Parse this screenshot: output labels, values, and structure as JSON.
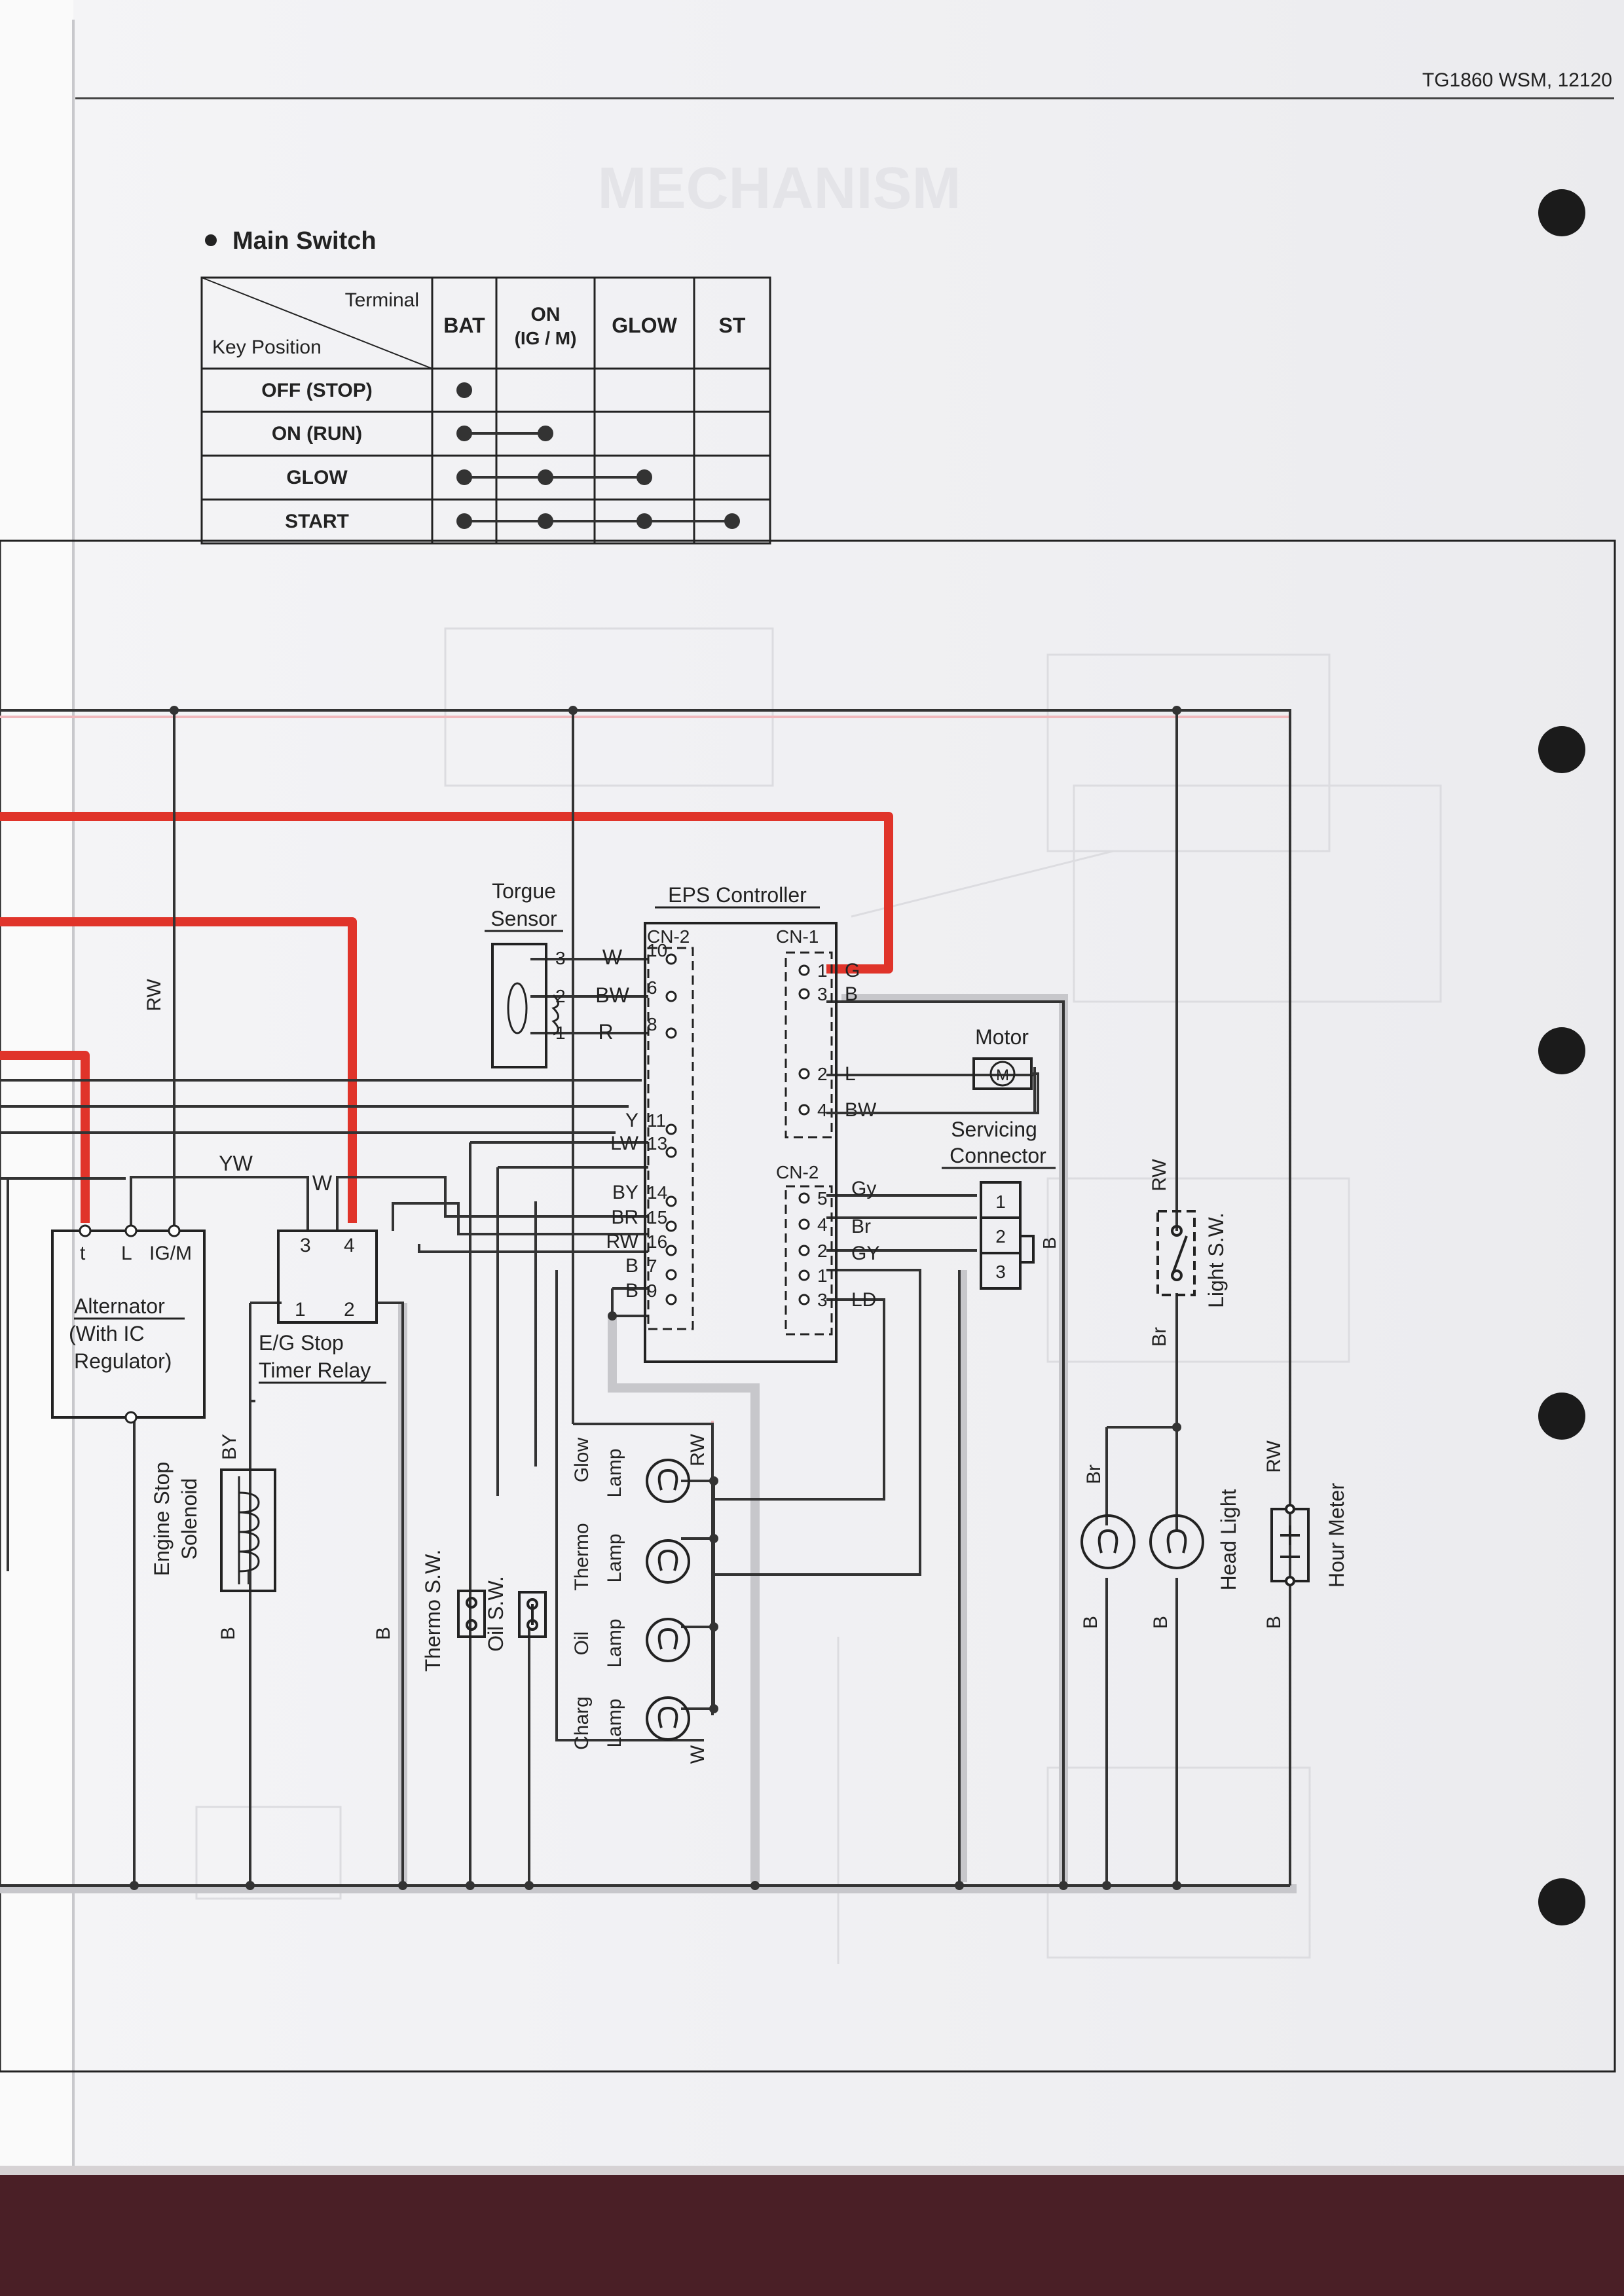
{
  "header": {
    "doc_id": "TG1860  WSM, 12120",
    "section_title": "MECHANISM"
  },
  "main_switch": {
    "title": "Main Switch",
    "corner_top": "Terminal",
    "corner_bottom": "Key Position",
    "columns": [
      "BAT",
      "ON",
      "(IG / M)",
      "GLOW",
      "ST"
    ],
    "rows": [
      "OFF (STOP)",
      "ON (RUN)",
      "GLOW",
      "START"
    ],
    "connections": [
      [
        0
      ],
      [
        0,
        1
      ],
      [
        0,
        1,
        2
      ],
      [
        0,
        1,
        2,
        3
      ]
    ]
  },
  "diagram": {
    "torque_sensor": {
      "title_1": "Torgue",
      "title_2": "Sensor",
      "pins": [
        "3",
        "2",
        "1"
      ],
      "wires": [
        "W",
        "BW",
        "R"
      ]
    },
    "eps_controller": {
      "title": "EPS Controller",
      "cn2_left": "CN-2",
      "cn1": "CN-1",
      "cn2_right": "CN-2",
      "left_pins": [
        "10",
        "6",
        "8",
        "11",
        "13",
        "14",
        "15",
        "16",
        "7",
        "9"
      ],
      "left_wires": [
        "W",
        "BW",
        "R",
        "Y",
        "LW",
        "BY",
        "BR",
        "RW",
        "B",
        "B"
      ],
      "cn1_pins": [
        "1",
        "3",
        "2",
        "4"
      ],
      "cn1_wires": [
        "G",
        "B",
        "L",
        "BW"
      ],
      "cn2r_pins": [
        "5",
        "4",
        "2",
        "1",
        "3"
      ],
      "cn2r_wires": [
        "Gy",
        "Br",
        "GY",
        "LD"
      ]
    },
    "motor": {
      "label": "Motor",
      "symbol": "M"
    },
    "servicing_connector": {
      "label_1": "Servicing",
      "label_2": "Connector",
      "pins": [
        "1",
        "2",
        "3"
      ],
      "wire": "B"
    },
    "alternator": {
      "terminals": [
        "t",
        "L",
        "IG/M"
      ],
      "label_1": "Alternator",
      "label_2": "(With IC",
      "label_3": "Regulator)"
    },
    "timer_relay": {
      "pins": [
        "3",
        "4",
        "1",
        "2"
      ],
      "label_1": "E/G Stop",
      "label_2": "Timer Relay"
    },
    "wire_labels": {
      "rw_top": "RW",
      "yw": "YW",
      "w": "W",
      "by": "BY",
      "b1": "B",
      "b2": "B",
      "b3": "B",
      "b4": "B",
      "b5": "B",
      "rw_glow": "RW",
      "w_charge": "W",
      "rw_light": "RW",
      "br_light": "Br",
      "br_lamp": "Br",
      "rw_meter": "RW"
    },
    "solenoid": {
      "label_1": "Engine Stop",
      "label_2": "Solenoid"
    },
    "thermo_sw": "Thermo S.W.",
    "oil_sw": "Oil S.W.",
    "lamps": {
      "glow_1": "Glow",
      "glow_2": "Lamp",
      "thermo_1": "Thermo",
      "thermo_2": "Lamp",
      "oil_1": "Oil",
      "oil_2": "Lamp",
      "charg_1": "Charg",
      "charg_2": "Lamp"
    },
    "light_sw": "Light S.W.",
    "head_light": "Head Light",
    "hour_meter": "Hour Meter"
  },
  "colors": {
    "wire_red": "#e0342a",
    "wire_dark": "#333333",
    "wire_shadow": "#c7c7cb",
    "wire_pink": "#f0b8bc"
  }
}
